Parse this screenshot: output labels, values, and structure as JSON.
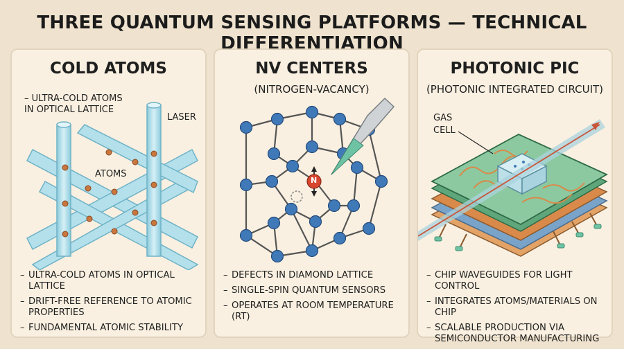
{
  "title": "THREE QUANTUM SENSING PLATFORMS — TECHNICAL DIFFERENTIATION",
  "panels": [
    {
      "title": "COLD ATOMS",
      "note": "ULTRA-COLD ATOMS IN OPTICAL LATTICE",
      "labels": {
        "laser": "LASER",
        "atoms": "ATOMS"
      },
      "bullets": [
        "ULTRA-COLD ATOMS IN OPTICAL LATTICE",
        "DRIFT-FREE REFERENCE TO ATOMIC PROPERTIES",
        "FUNDAMENTAL ATOMIC STABILITY"
      ]
    },
    {
      "title": "NV CENTERS",
      "subtitle": "(NITROGEN-VACANCY)",
      "labels": {
        "n": "N"
      },
      "bullets": [
        "DEFECTS IN DIAMOND LATTICE",
        "SINGLE-SPIN QUANTUM SENSORS",
        "OPERATES AT ROOM TEMPERATURE (RT)"
      ]
    },
    {
      "title": "PHOTONIC PIC",
      "subtitle": "(PHOTONIC INTEGRATED CIRCUIT)",
      "labels": {
        "gas_cell": "GAS CELL"
      },
      "bullets": [
        "CHIP WAVEGUIDES FOR LIGHT CONTROL",
        "INTEGRATES ATOMS/MATERIALS ON CHIP",
        "SCALABLE PRODUCTION VIA SEMICONDUCTOR MANUFACTURING"
      ]
    }
  ],
  "colors": {
    "background": "#efe3cf",
    "panel": "#f9f0e1",
    "laser_beam": "#a9dbe8",
    "atom": "#c9773f",
    "nv_atom": "#3f79b8",
    "nitrogen": "#d9462f",
    "chip_green": "#5fa77a",
    "chip_orange": "#d98a4a"
  }
}
